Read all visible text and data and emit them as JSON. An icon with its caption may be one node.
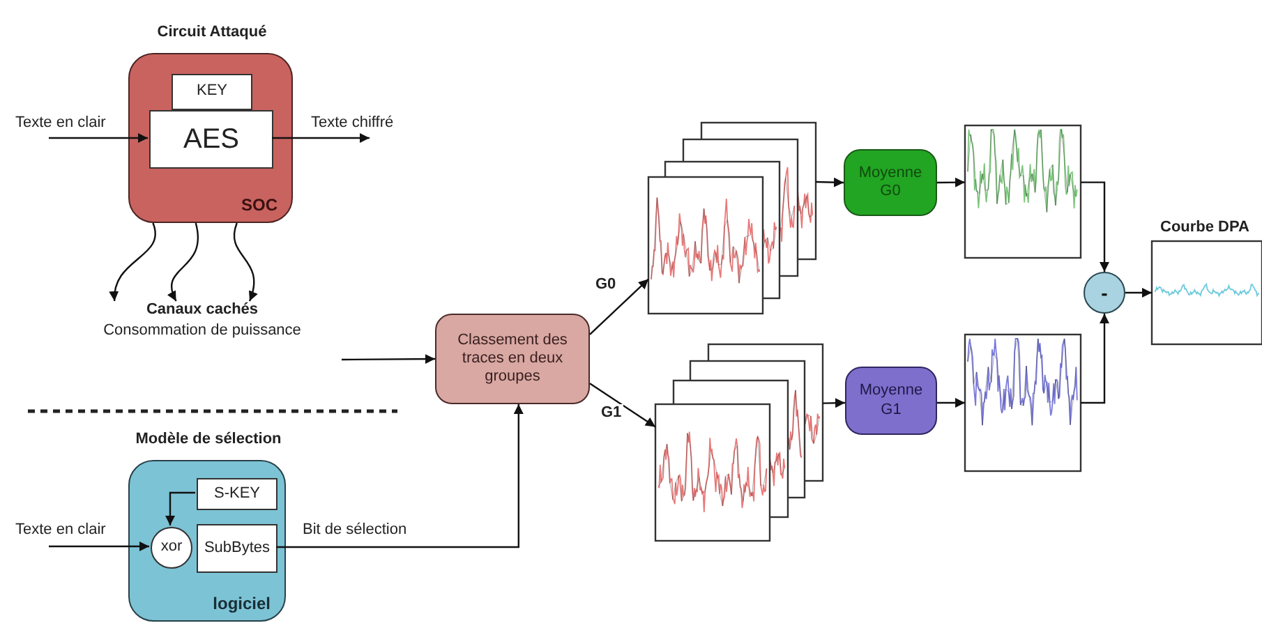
{
  "diagram": {
    "nodes": [
      {
        "text": [
          "Circuit Attaqué",
          "SOC"
        ]
      },
      {
        "text": [
          "KEY"
        ],
        "in": 0
      },
      {
        "text": [
          "AES"
        ],
        "in": 0
      },
      {
        "text": [
          "Canaux cachés",
          "Consommation de puissance"
        ]
      },
      {
        "text": [
          "Modèle de sélection",
          "logiciel"
        ]
      },
      {
        "text": [
          "S-KEY"
        ],
        "in": 4
      },
      {
        "text": [
          "xor"
        ],
        "in": 4
      },
      {
        "text": [
          "SubBytes"
        ],
        "in": 4
      },
      {
        "text": [
          "Classement des traces en deux groupes"
        ]
      },
      {
        "text": [],
        "shape": "picture"
      },
      {
        "text": [],
        "shape": "picture"
      },
      {
        "text": [
          "Moyenne G0"
        ]
      },
      {
        "text": [
          "Moyenne G1"
        ]
      },
      {
        "text": [],
        "shape": "picture"
      },
      {
        "text": [],
        "shape": "picture"
      },
      {
        "text": [
          "-"
        ]
      },
      {
        "text": [
          "Courbe DPA"
        ]
      }
    ],
    "edges": [
      {
        "from": null,
        "to": 2,
        "arrow": "to",
        "label": "Texte en clair"
      },
      {
        "from": 2,
        "to": null,
        "arrow": "to",
        "label": "Texte chiffré"
      },
      {
        "from": 0,
        "to": 3,
        "arrow": "to"
      },
      {
        "from": 0,
        "to": 3,
        "arrow": "to"
      },
      {
        "from": 0,
        "to": 3,
        "arrow": "to"
      },
      {
        "from": null,
        "to": 8,
        "arrow": "to"
      },
      {
        "from": null,
        "to": 6,
        "arrow": "to",
        "label": "Texte en clair"
      },
      {
        "from": 5,
        "to": 6,
        "arrow": "to"
      },
      {
        "from": 7,
        "to": 8,
        "arrow": "to",
        "label": "Bit de sélection"
      },
      {
        "from": 8,
        "to": 9,
        "arrow": "to",
        "label": "G0"
      },
      {
        "from": 8,
        "to": 10,
        "arrow": "to",
        "label": "G1"
      },
      {
        "from": 9,
        "to": 11,
        "arrow": "to"
      },
      {
        "from": 10,
        "to": 12,
        "arrow": "to"
      },
      {
        "from": 11,
        "to": 13,
        "arrow": "to"
      },
      {
        "from": 12,
        "to": 14,
        "arrow": "to"
      },
      {
        "from": 13,
        "to": 15,
        "arrow": "to"
      },
      {
        "from": 14,
        "to": 15,
        "arrow": "to"
      },
      {
        "from": 15,
        "to": 16,
        "arrow": "to"
      }
    ]
  }
}
